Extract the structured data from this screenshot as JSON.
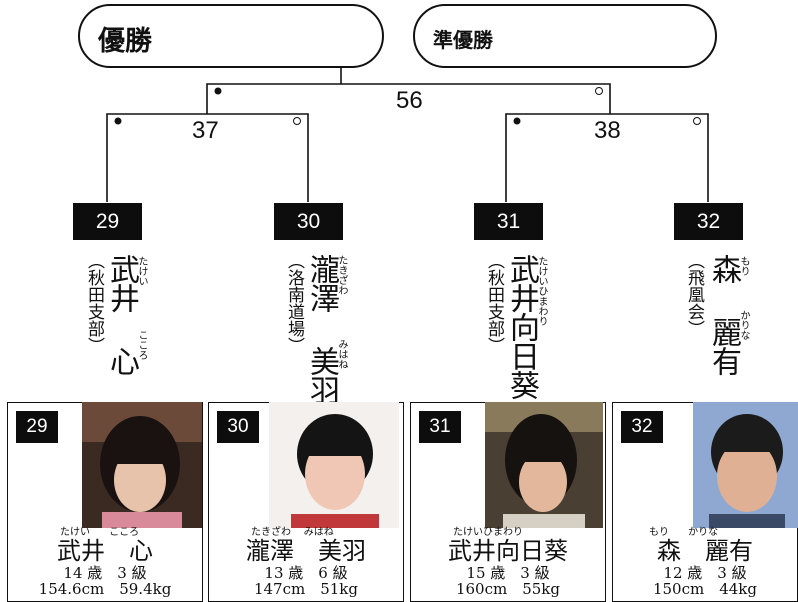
{
  "result_headers": {
    "winner": "優勝",
    "runner_up": "準優勝"
  },
  "bracket": {
    "final": "56",
    "semi_left": "37",
    "semi_right": "38"
  },
  "entrants": [
    {
      "number": "29",
      "club": "（秋田支部）",
      "name": "武井 心",
      "furigana": [
        "たけい",
        "こころ"
      ]
    },
    {
      "number": "30",
      "club": "（洛南道場）",
      "name": "瀧澤 美羽",
      "furigana": [
        "たきざわ",
        "みはね"
      ]
    },
    {
      "number": "31",
      "club": "（秋田支部）",
      "name": "武井向日葵",
      "furigana": [
        "たけいひまわり"
      ]
    },
    {
      "number": "32",
      "club": "（飛凰会）",
      "name": "森 麗有",
      "furigana": [
        "もり",
        "かりな"
      ]
    }
  ],
  "profiles": [
    {
      "number": "29",
      "furigana": "たけい      こころ",
      "name": "武井　心",
      "age_rank": "14 歳　3 級",
      "height_weight": "154.6cm　59.4kg"
    },
    {
      "number": "30",
      "furigana": "たきざわ    みはね",
      "name": "瀧澤　美羽",
      "age_rank": "13 歳　6 級",
      "height_weight": "147cm　51kg"
    },
    {
      "number": "31",
      "furigana": "たけいひまわり",
      "name": "武井向日葵",
      "age_rank": "15 歳　3 級",
      "height_weight": "160cm　55kg"
    },
    {
      "number": "32",
      "furigana": "もり      かりな",
      "name": "森　麗有",
      "age_rank": "12 歳　3 級",
      "height_weight": "150cm　44kg"
    }
  ]
}
